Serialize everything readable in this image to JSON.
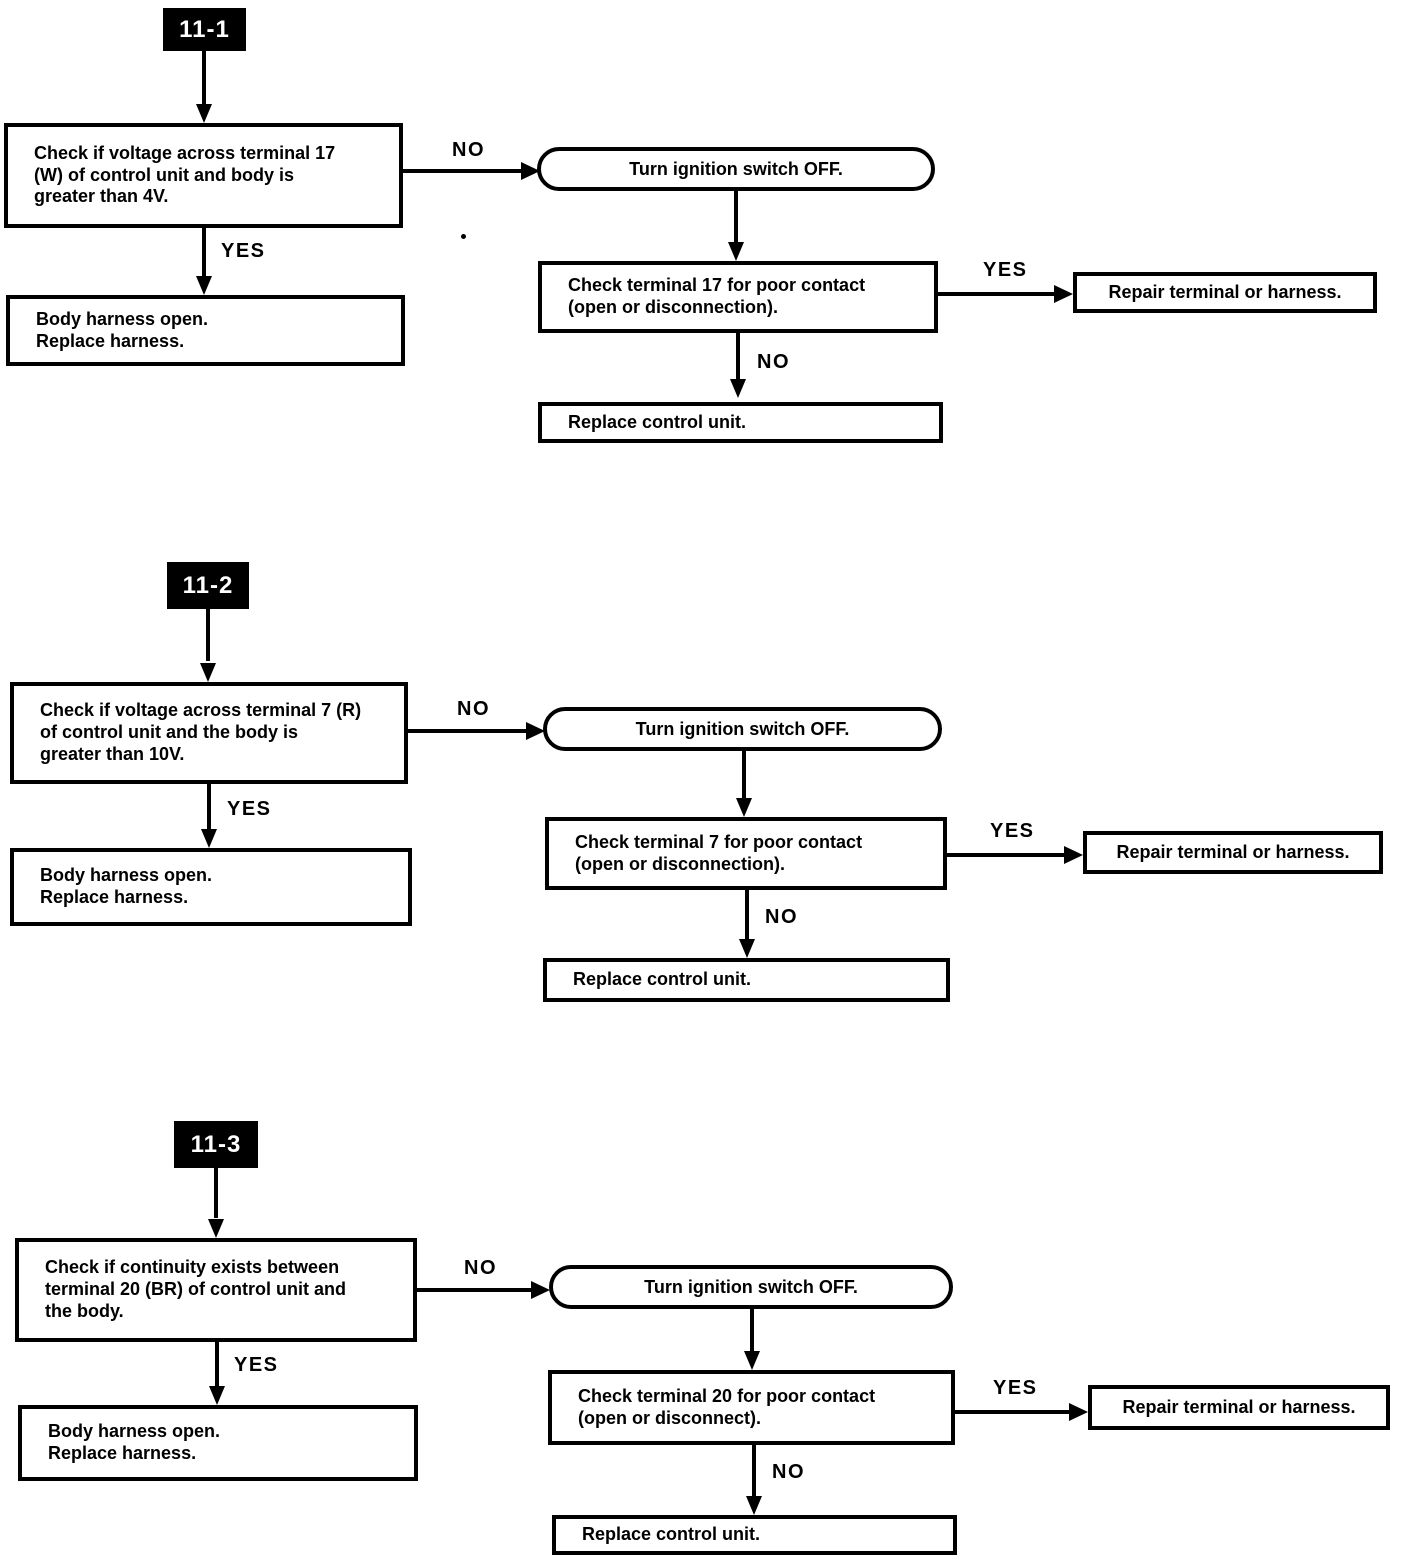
{
  "document": {
    "kind": "troubleshooting-flowchart",
    "background_color": "#ffffff",
    "ink_color": "#000000"
  },
  "branch_labels": {
    "yes": "YES",
    "no": "NO"
  },
  "sections": [
    {
      "tag": "11-1",
      "decision": "Check if voltage across terminal 17\n(W) of control unit and body is\ngreater than 4V.",
      "yes_result": "Body harness open.\nReplace harness.",
      "no_action": "Turn ignition switch OFF.",
      "check": "Check terminal 17 for poor contact\n(open or disconnection).",
      "check_yes_result": "Repair terminal or harness.",
      "check_no_result": "Replace control unit."
    },
    {
      "tag": "11-2",
      "decision": "Check if voltage across terminal 7 (R)\nof control unit and the body is\ngreater than 10V.",
      "yes_result": "Body harness open.\nReplace harness.",
      "no_action": "Turn ignition switch OFF.",
      "check": "Check terminal 7 for poor contact\n(open or disconnection).",
      "check_yes_result": "Repair terminal or harness.",
      "check_no_result": "Replace control unit."
    },
    {
      "tag": "11-3",
      "decision": "Check if continuity exists between\nterminal 20 (BR) of control unit and\nthe body.",
      "yes_result": "Body harness open.\nReplace harness.",
      "no_action": "Turn ignition switch OFF.",
      "check": "Check terminal 20 for poor contact\n(open or disconnect).",
      "check_yes_result": "Repair terminal or harness.",
      "check_no_result": "Replace control unit."
    }
  ]
}
